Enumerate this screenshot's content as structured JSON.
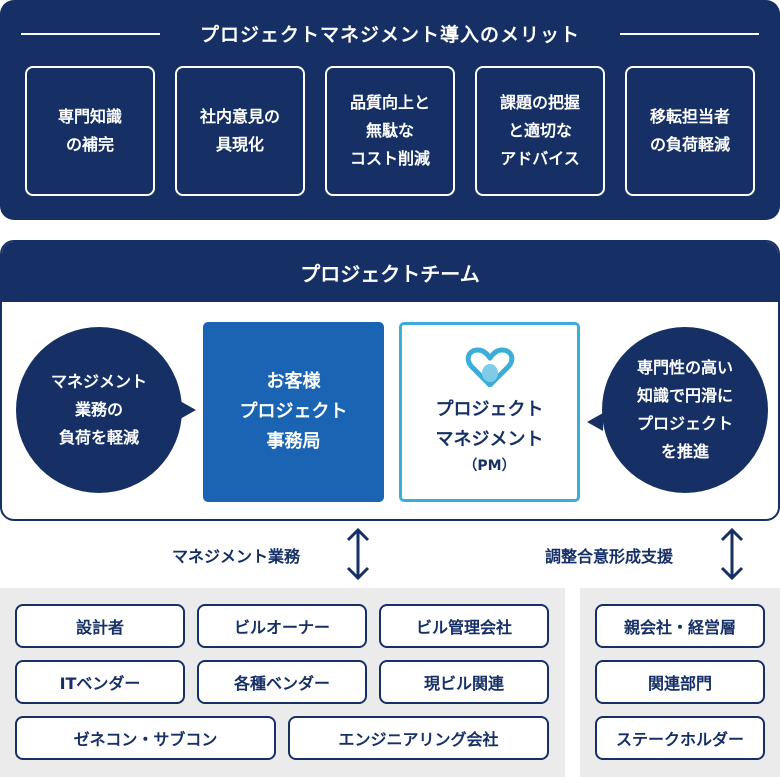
{
  "merits": {
    "title": "プロジェクトマネジメント導入のメリット",
    "items": [
      "専門知識\nの補完",
      "社内意見の\n具現化",
      "品質向上と\n無駄な\nコスト削減",
      "課題の把握\nと適切な\nアドバイス",
      "移転担当者\nの負荷軽減"
    ]
  },
  "team": {
    "title": "プロジェクトチーム",
    "left_bubble": "マネジメント\n業務の\n負荷を軽減",
    "client_box": "お客様\nプロジェクト\n事務局",
    "pm_box": {
      "name": "プロジェクト\nマネジメント",
      "abbr": "（PM）"
    },
    "right_bubble": "専門性の高い\n知識で円滑に\nプロジェクト\nを推進"
  },
  "links": {
    "left_label": "マネジメント業務",
    "right_label": "調整合意形成支援"
  },
  "left_group": [
    "設計者",
    "ビルオーナー",
    "ビル管理会社",
    "ITベンダー",
    "各種ベンダー",
    "現ビル関連",
    "ゼネコン・サブコン",
    "エンジニアリング会社"
  ],
  "right_group": [
    "親会社・経営層",
    "関連部門",
    "ステークホルダー"
  ],
  "colors": {
    "navy": "#163066",
    "blue": "#1b64b3",
    "light_blue": "#3aaed8",
    "gray": "#ebebeb"
  },
  "icons": {
    "pm_logo": "heart-logo-icon",
    "arrow": "double-arrow-icon"
  }
}
